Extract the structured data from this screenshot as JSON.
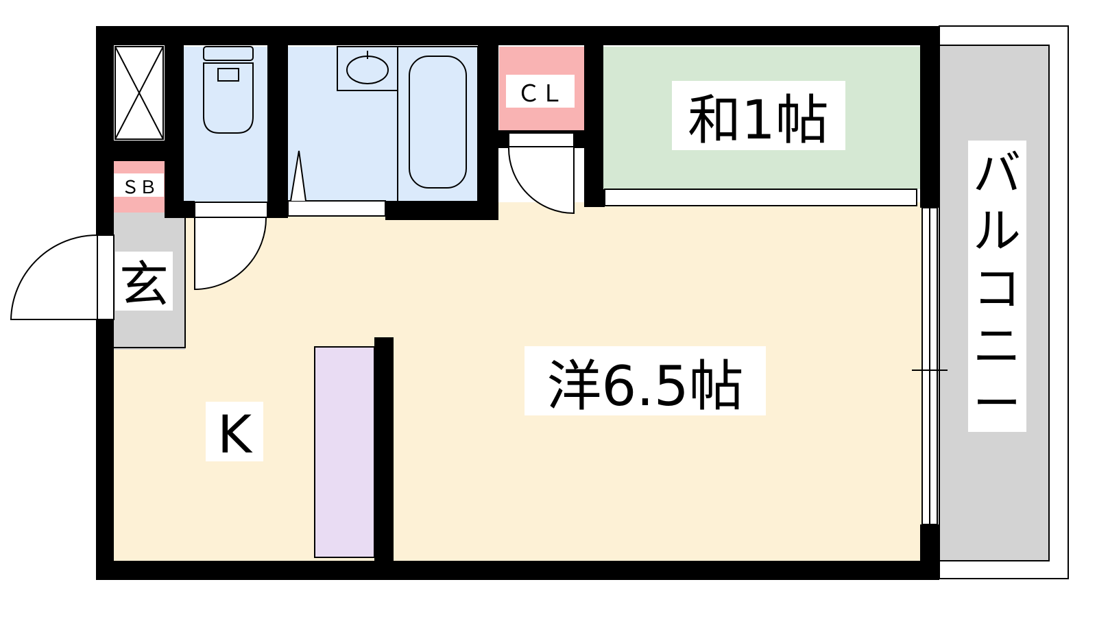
{
  "floor_plan": {
    "rooms": {
      "japanese_room": "和1帖",
      "western_room": "洋6.5帖",
      "kitchen": "K",
      "entrance": "玄",
      "closet": "ＣＬ",
      "shoe_box": "ＳＢ",
      "balcony": [
        "バ",
        "ル",
        "コ",
        "ニ",
        "ー"
      ]
    },
    "colors": {
      "western_room": "#FDF1D6",
      "japanese_room": "#D5E8D3",
      "wet_area": "#DBEAFB",
      "closet": "#F9B3B3",
      "shoe_box": "#F9B3B3",
      "entrance": "#D3D3D3",
      "balcony": "#D3D3D3",
      "kitchen_counter": "#E9DCF3",
      "wall": "#000000"
    }
  }
}
